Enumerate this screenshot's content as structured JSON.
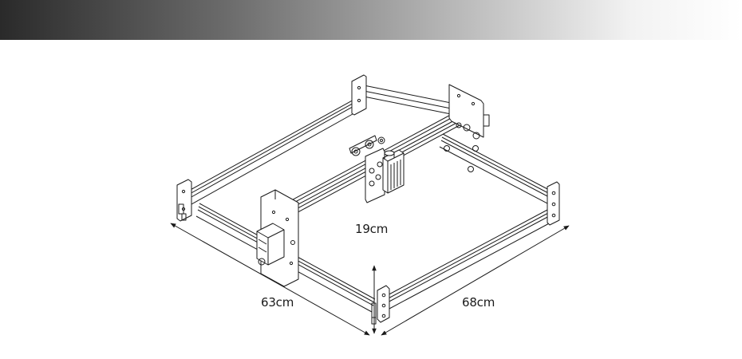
{
  "dimensions": {
    "height": "19cm",
    "width": "63cm",
    "depth": "68cm"
  },
  "colors": {
    "line": "#1a1a1a",
    "band_dark": "#2a2a2a",
    "band_light": "#ffffff"
  }
}
